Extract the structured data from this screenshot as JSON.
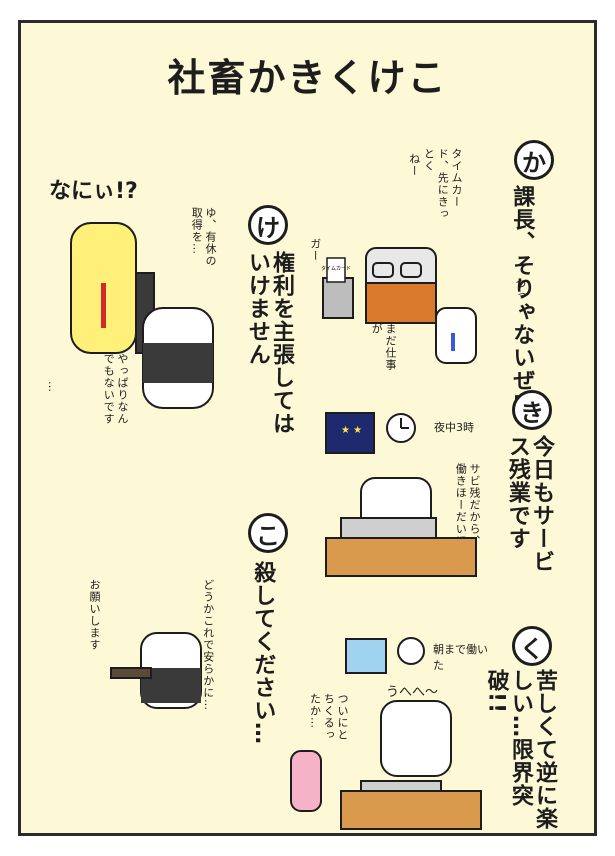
{
  "title": "社畜かきくけこ",
  "sections": {
    "ka": {
      "letter": "か",
      "text": "課長、そりゃないぜ!",
      "bubbles": [
        "タイムカード、先にきっとく",
        "ねー",
        "ガー",
        "まだ仕事が",
        "つっ"
      ],
      "card_label": "タイムカード"
    },
    "ki": {
      "letter": "き",
      "text": "今日もサービス残業です",
      "bubbles": [
        "サビ残だから、働きほーだい!",
        "夜中3時"
      ]
    },
    "ku": {
      "letter": "く",
      "text": "苦しくて逆に楽しい…限界突破!!",
      "bubbles": [
        "朝まで働いた",
        "うへへ〜",
        "ついにとちくるったか…"
      ]
    },
    "ke": {
      "letter": "け",
      "text": "権利を主張してはいけません",
      "bubbles": [
        "なにぃ!?",
        "ゆ、有休の取得を…",
        "やっぱりなんでもないです",
        "…"
      ]
    },
    "ko": {
      "letter": "こ",
      "text": "殺してください…",
      "bubbles": [
        "どうかこれで安らかに…",
        "お願いします"
      ]
    }
  },
  "colors": {
    "background": "#fdf8d6",
    "line": "#1d1d1d",
    "cat_white": "#ffffff",
    "cat_yellow": "#fff07a",
    "suit": "#3a3a3a",
    "tie_red": "#d22b2b",
    "tie_blue": "#3b5bd6",
    "night_sky": "#1e2a6e",
    "day_sky": "#9fd3f0"
  }
}
